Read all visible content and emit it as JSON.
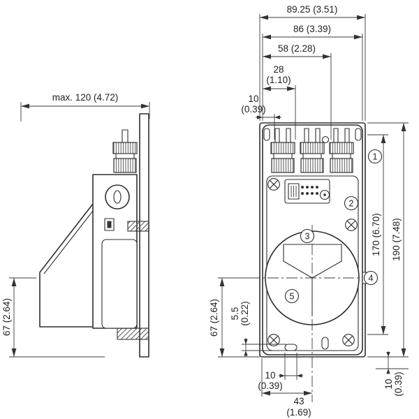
{
  "colors": {
    "ink": "#333333",
    "paper": "#ffffff"
  },
  "side_view": {
    "dim_max_width": "max. 120 (4.72)",
    "dim_height_67": "67 (2.64)"
  },
  "front_view": {
    "dim_width_overall": "89.25 (3.51)",
    "dim_width_body": "86 (3.39)",
    "dim_width_58": "58 (2.28)",
    "dim_28_mm": "28",
    "dim_28_in": "(1.10)",
    "dim_10_mm": "10",
    "dim_10_in": "(0.39)",
    "dim_height_170": "170 (6.70)",
    "dim_height_190": "190 (7.48)",
    "dim_left_67": "67 (2.64)",
    "dim_55_mm": "5.5",
    "dim_55_in": "(0.22)",
    "dim_slot_10_mm": "10",
    "dim_slot_10_in": "(0.39)",
    "dim_43_mm": "43",
    "dim_43_in": "(1.69)",
    "dim_br_10_mm": "10",
    "dim_br_10_in": "(0.39)"
  },
  "callouts": [
    {
      "n": "1"
    },
    {
      "n": "2"
    },
    {
      "n": "3"
    },
    {
      "n": "4"
    },
    {
      "n": "5"
    }
  ]
}
